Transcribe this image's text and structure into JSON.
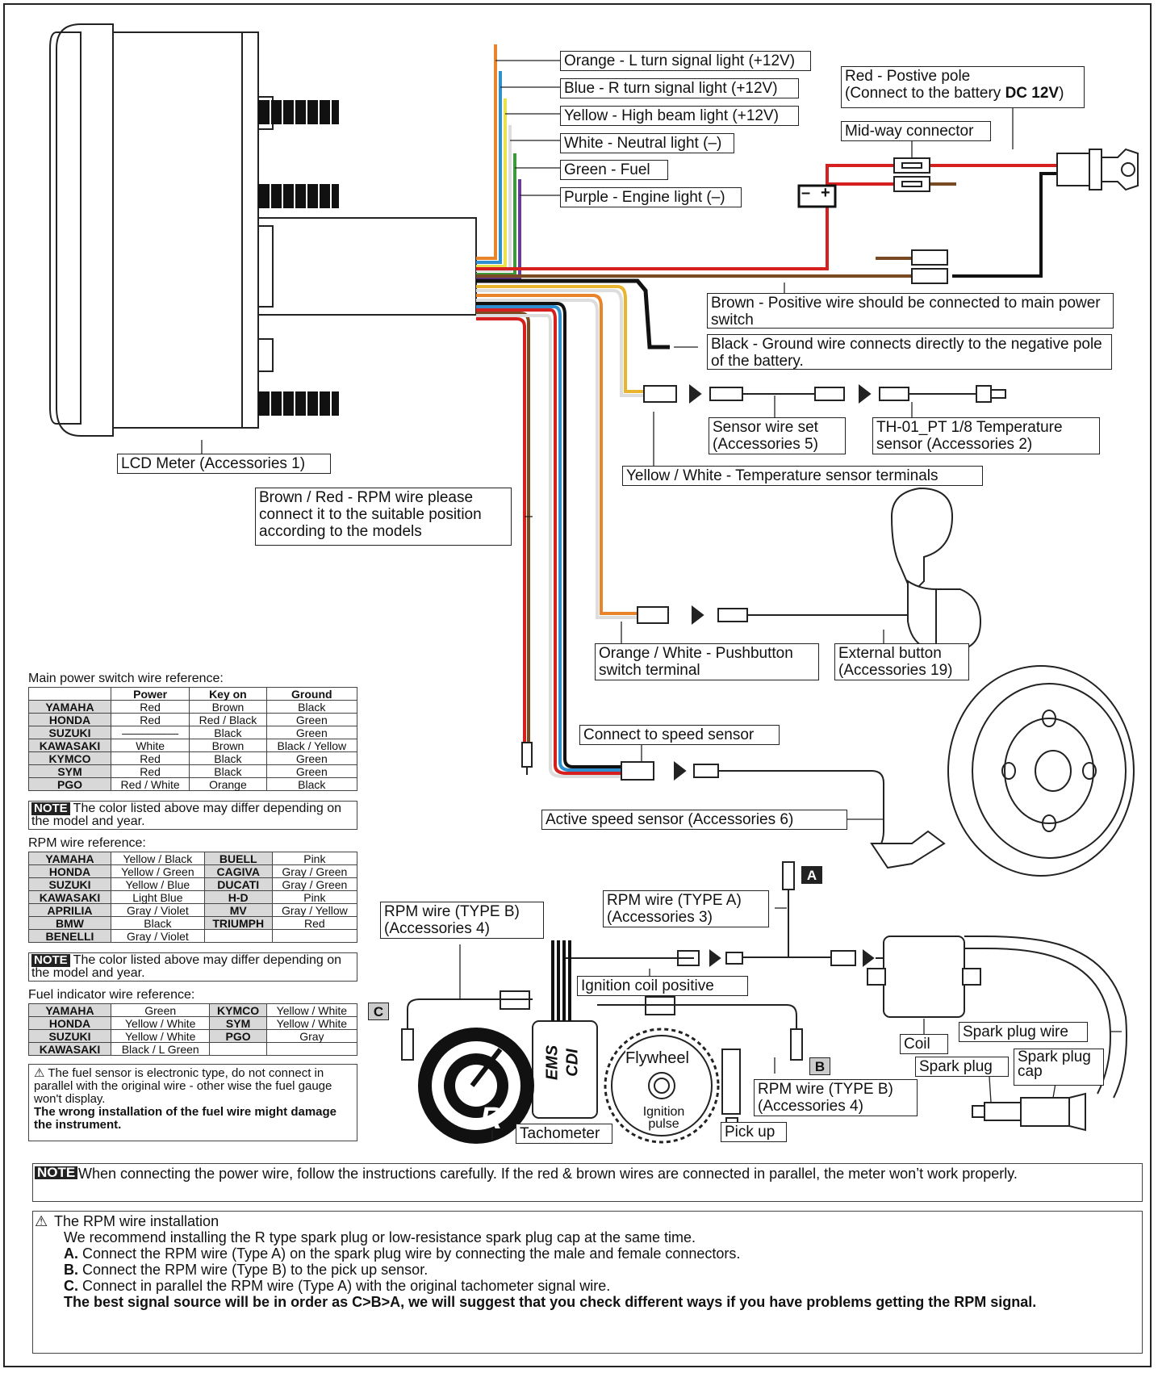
{
  "wire_labels": {
    "orange": "Orange - L turn signal light (+12V)",
    "blue": "Blue - R turn signal light (+12V)",
    "yellow": "Yellow - High beam light (+12V)",
    "white": "White - Neutral light (–)",
    "green": "Green - Fuel",
    "purple": "Purple - Engine light (–)"
  },
  "power": {
    "red_line1": "Red - Postive pole",
    "red_line2_prefix": "(Connect to the battery ",
    "red_line2_bold": "DC 12V",
    "red_line2_suffix": ")",
    "midway": "Mid-way connector",
    "battery_minus": "–",
    "battery_plus": "+",
    "brown": "Brown - Positive wire should be connected to main power switch",
    "black": "Black - Ground wire connects directly to the negative pole of the battery."
  },
  "components": {
    "lcd_meter": "LCD Meter (Accessories 1)",
    "sensor_wire_set": "Sensor wire set (Accessories 5)",
    "temp_sensor": "TH-01_PT 1/8 Temperature sensor (Accessories 2)",
    "temp_terminals": "Yellow / White - Temperature sensor terminals",
    "rpm_wire": "Brown / Red - RPM wire please connect it to the suitable position according to the models",
    "pushbutton": "Orange / White - Pushbutton switch terminal",
    "external_button": "External button (Accessories 19)",
    "connect_speed": "Connect to speed sensor",
    "active_speed": "Active speed sensor (Accessories 6)",
    "rpm_type_a": "RPM wire (TYPE A) (Accessories 3)",
    "rpm_type_b_left": "RPM wire (TYPE B) (Accessories 4)",
    "rpm_type_b_right": "RPM wire (TYPE B) (Accessories 4)",
    "ignition_coil": "Ignition coil positive",
    "coil": "Coil",
    "spark_plug_wire": "Spark plug wire",
    "spark_plug": "Spark plug",
    "spark_plug_cap": "Spark plug cap",
    "tachometer": "Tachometer",
    "pickup": "Pick up",
    "flywheel": "Flywheel",
    "ignition_pulse": "Ignition pulse",
    "ems": "EMS",
    "cdi": "CDI",
    "tag_a": "A",
    "tag_b": "B",
    "tag_c": "C"
  },
  "main_power_table": {
    "title": "Main power switch wire reference:",
    "headers": [
      "",
      "Power",
      "Key on",
      "Ground"
    ],
    "rows": [
      [
        "YAMAHA",
        "Red",
        "Brown",
        "Black"
      ],
      [
        "HONDA",
        "Red",
        "Red / Black",
        "Green"
      ],
      [
        "SUZUKI",
        "—————",
        "Black",
        "Green"
      ],
      [
        "KAWASAKI",
        "White",
        "Brown",
        "Black / Yellow"
      ],
      [
        "KYMCO",
        "Red",
        "Black",
        "Green"
      ],
      [
        "SYM",
        "Red",
        "Black",
        "Green"
      ],
      [
        "PGO",
        "Red / White",
        "Orange",
        "Black"
      ]
    ]
  },
  "rpm_table": {
    "title": "RPM wire reference:",
    "rows": [
      [
        "YAMAHA",
        "Yellow / Black",
        "BUELL",
        "Pink"
      ],
      [
        "HONDA",
        "Yellow / Green",
        "CAGIVA",
        "Gray / Green"
      ],
      [
        "SUZUKI",
        "Yellow / Blue",
        "DUCATI",
        "Gray / Green"
      ],
      [
        "KAWASAKI",
        "Light Blue",
        "H-D",
        "Pink"
      ],
      [
        "APRILIA",
        "Gray / Violet",
        "MV",
        "Gray / Yellow"
      ],
      [
        "BMW",
        "Black",
        "TRIUMPH",
        "Red"
      ],
      [
        "BENELLI",
        "Gray / Violet",
        "",
        ""
      ]
    ]
  },
  "fuel_table": {
    "title": "Fuel indicator wire reference:",
    "rows": [
      [
        "YAMAHA",
        "Green",
        "KYMCO",
        "Yellow / White"
      ],
      [
        "HONDA",
        "Yellow / White",
        "SYM",
        "Yellow / White"
      ],
      [
        "SUZUKI",
        "Yellow / White",
        "PGO",
        "Gray"
      ],
      [
        "KAWASAKI",
        "Black / L Green",
        "",
        ""
      ]
    ]
  },
  "notes": {
    "badge": "NOTE",
    "table_note": "The color listed above may differ depending on the model and year.",
    "fuel_warning": "The fuel sensor is electronic type, do not connect in parallel with the original wire - other wise the fuel gauge won't display.",
    "fuel_warning_bold": "The wrong installation of the fuel wire might damage the instrument.",
    "power_note": "When connecting the power wire, follow the instructions carefully. If the red & brown wires are connected in parallel, the meter won’t work properly."
  },
  "rpm_install": {
    "title": "The RPM wire installation",
    "intro": "We recommend installing the R type spark plug or low-resistance spark plug cap at the same time.",
    "a_key": "A.",
    "a_text": " Connect the RPM wire (Type A) on the spark plug wire by connecting the male and female connectors.",
    "b_key": "B.",
    "b_text": " Connect the RPM wire (Type B) to the pick up sensor.",
    "c_key": "C.",
    "c_text": " Connect in parallel the RPM wire (Type A) with the original tachometer signal wire.",
    "conclusion": "The best signal source will be in order as C>B>A, we will suggest that you check different ways if you have problems getting the RPM signal."
  },
  "colors": {
    "orange": "#e8842a",
    "blue": "#2f8fd0",
    "yellow": "#e9e24a",
    "green": "#3c9a3c",
    "purple": "#6a3a9a",
    "red": "#d62020",
    "brown": "#7a4a22",
    "black": "#111111"
  },
  "icons": [
    "warning-icon",
    "lcd-meter-icon",
    "battery-icon",
    "ignition-key-icon",
    "brake-disc-icon",
    "tachometer-icon",
    "flywheel-icon",
    "coil-icon",
    "spark-plug-icon",
    "external-button-icon",
    "arrow-right-icon"
  ]
}
